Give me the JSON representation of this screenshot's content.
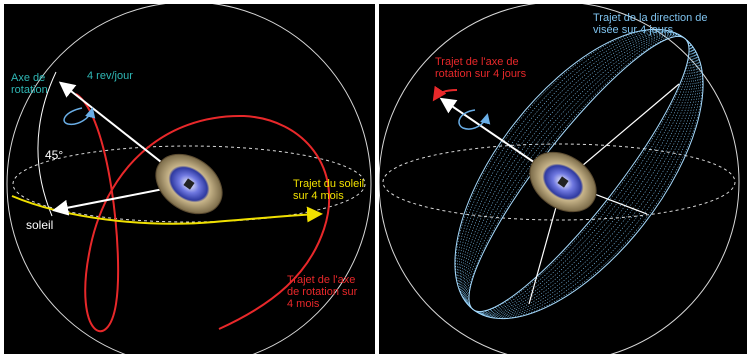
{
  "left_panel": {
    "rotation_axis_label": "Axe de\nrotation",
    "spin_rate_label": "4 rev/jour",
    "angle_label": "45°",
    "sun_label": "soleil",
    "sun_path_label": "Trajet du soleil\nsur 4 mois",
    "axis_path_label": "Trajet de l'axe\nde rotation sur\n4 mois",
    "colors": {
      "axis_path": "#e8282a",
      "sun_path": "#f0e000",
      "rotation_text": "#2fb7b5"
    }
  },
  "right_panel": {
    "axis_path_label": "Trajet de l'axe de\nrotation sur 4 jours",
    "pointing_path_label": "Trajet de la direction de\nvisée sur 4 jours",
    "colors": {
      "pointing_path": "#7ec2ee",
      "axis_path": "#e8282a"
    }
  }
}
